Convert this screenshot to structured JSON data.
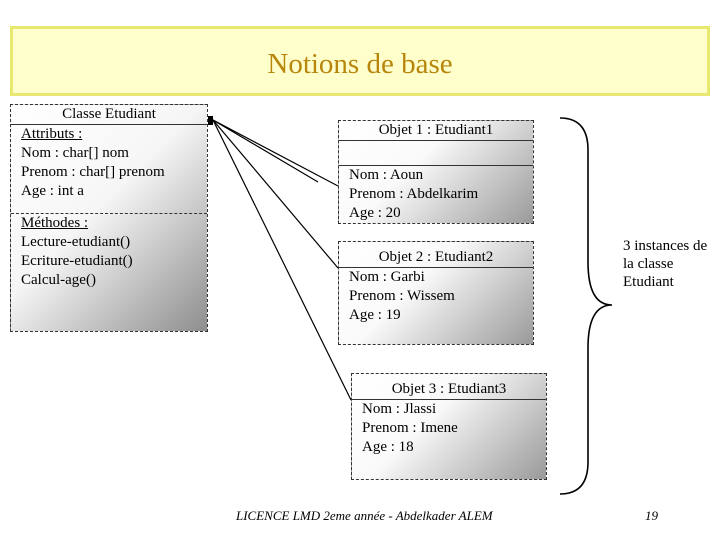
{
  "slide": {
    "title": "Notions de base",
    "footer": "LICENCE LMD 2eme année  -  Abdelkader ALEM",
    "page_number": "19"
  },
  "class_box": {
    "header": "Classe Etudiant",
    "attributes_label": "Attributs :",
    "attributes": [
      "Nom : char[] nom",
      "Prenom : char[] prenom",
      "Age :  int a"
    ],
    "methods_label": "Méthodes :",
    "methods": [
      "Lecture-etudiant()",
      "Ecriture-etudiant()",
      "Calcul-age()"
    ]
  },
  "objects": [
    {
      "header": "Objet 1 : Etudiant1",
      "fields": [
        "Nom : Aoun",
        "Prenom : Abdelkarim",
        "Age :  20"
      ]
    },
    {
      "header": "Objet 2 : Etudiant2",
      "fields": [
        "Nom : Garbi",
        "Prenom : Wissem",
        "Age : 19"
      ]
    },
    {
      "header": "Objet 3 : Etudiant3",
      "fields": [
        "Nom : Jlassi",
        "Prenom : Imene",
        "Age : 18"
      ]
    }
  ],
  "brace_note": [
    "3 instances de",
    "la classe",
    "Etudiant"
  ]
}
